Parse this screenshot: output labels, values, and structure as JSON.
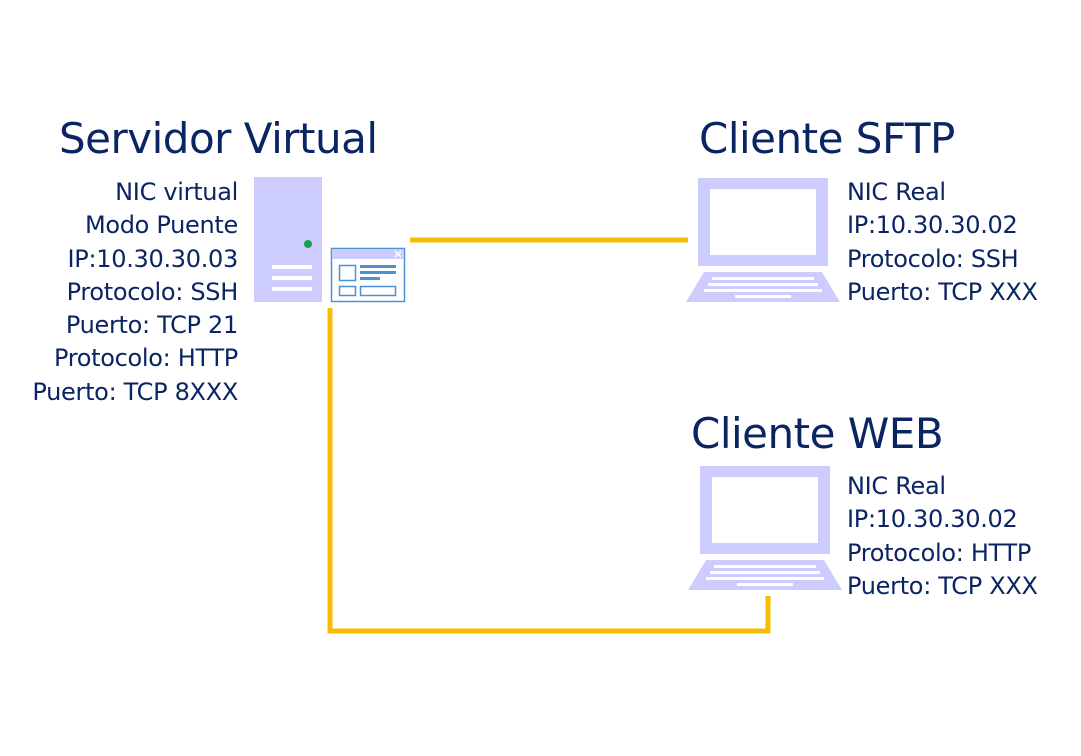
{
  "colors": {
    "text": "#0b2463",
    "device_fill": "#ccccff",
    "connection_line": "#f5bd02",
    "window_border": "#4f8fd6",
    "led": "#1e9e4a"
  },
  "server": {
    "title": "Servidor Virtual",
    "info": [
      "NIC virtual",
      "Modo Puente",
      "IP:10.30.30.03",
      "Protocolo: SSH",
      "Puerto: TCP 21",
      "Protocolo: HTTP",
      "Puerto: TCP 8XXX"
    ],
    "icons": [
      "server-tower-icon",
      "app-window-icon"
    ]
  },
  "sftp_client": {
    "title": "Cliente SFTP",
    "info": [
      "NIC Real",
      "IP:10.30.30.02",
      "Protocolo: SSH",
      "Puerto: TCP XXX"
    ],
    "icon": "laptop-icon"
  },
  "web_client": {
    "title": "Cliente WEB",
    "info": [
      "NIC Real",
      "IP:10.30.30.02",
      "Protocolo: HTTP",
      "Puerto: TCP XXX"
    ],
    "icon": "laptop-icon"
  }
}
